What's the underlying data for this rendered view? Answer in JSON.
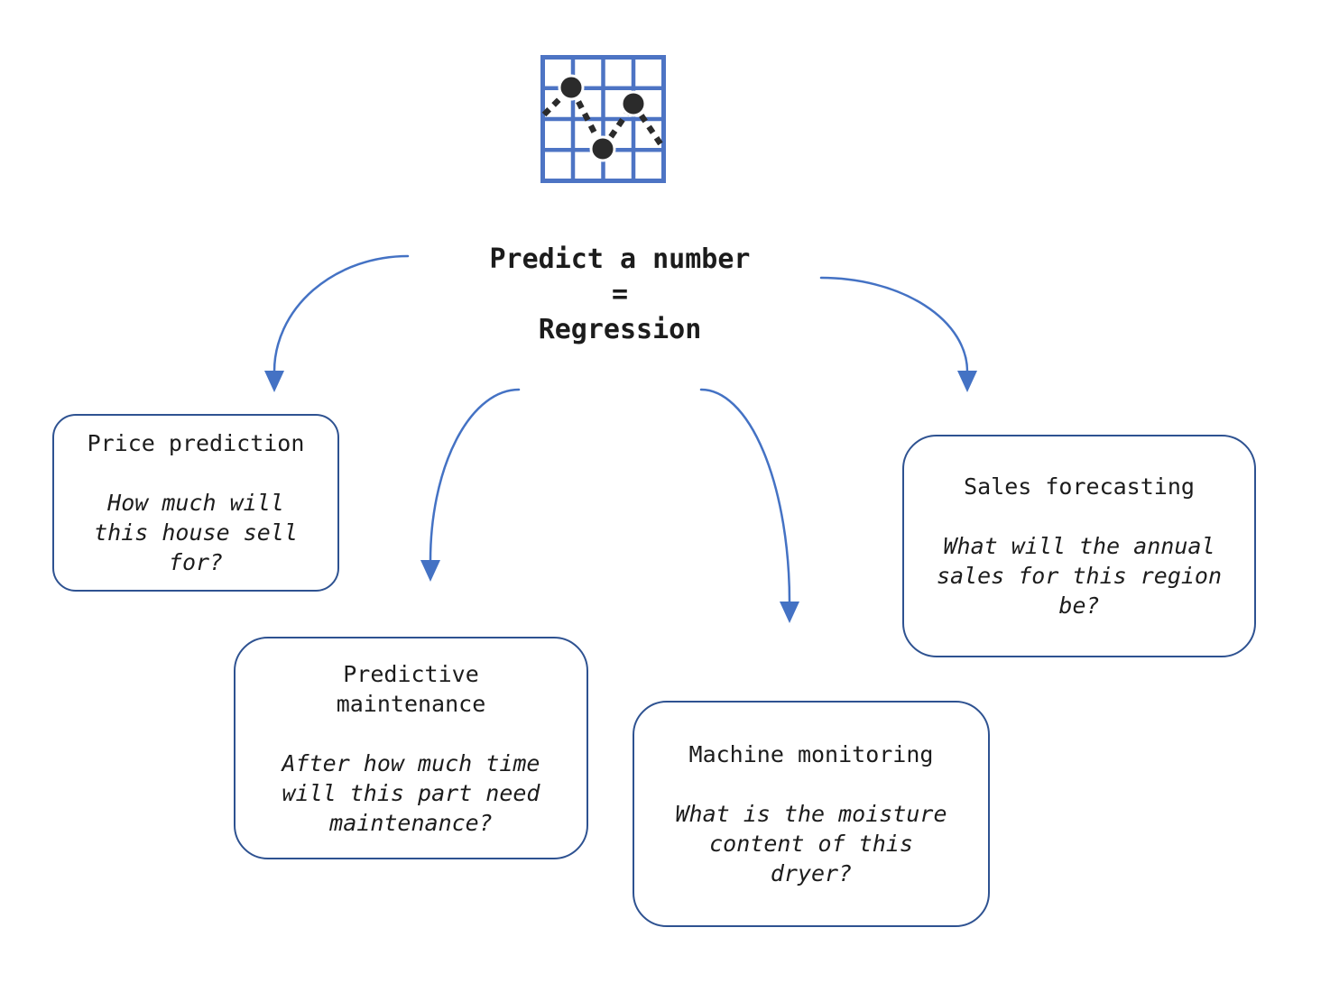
{
  "diagram": {
    "title": "Predict a number\n=\nRegression",
    "icon": {
      "name": "scatter-line-chart-icon",
      "grid_color": "#4d74c4",
      "marker_color": "#2b2b2b"
    },
    "colors": {
      "arrow": "#4472C4",
      "box_border": "#2E5291",
      "text": "#1c1c1c",
      "background": "#ffffff"
    },
    "nodes": [
      {
        "heading": "Price prediction",
        "question": "How much will\nthis house sell\nfor?"
      },
      {
        "heading": "Predictive\nmaintenance",
        "question": "After how much time\nwill this part need\nmaintenance?"
      },
      {
        "heading": "Machine monitoring",
        "question": "What is the moisture\ncontent of this\ndryer?"
      },
      {
        "heading": "Sales forecasting",
        "question": "What will the annual\nsales for this region\nbe?"
      }
    ]
  }
}
